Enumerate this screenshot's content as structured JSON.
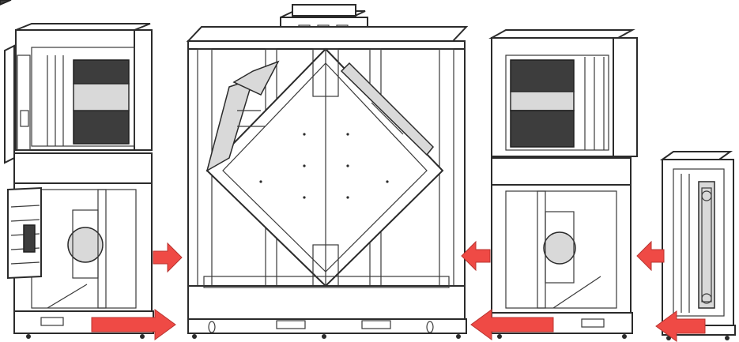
{
  "colors": {
    "line": "#2b2b2b",
    "fill": "#ffffff",
    "panel_dark": "#3d3d3d",
    "airflow_arrow": "#ef4a45"
  },
  "modules": [
    {
      "name": "filter-fan-module-left",
      "icon": "damper-filter-fan-module"
    },
    {
      "name": "heat-exchanger-module",
      "icon": "cross-flow-plate-heat-exchanger"
    },
    {
      "name": "filter-fan-module-right",
      "icon": "damper-filter-fan-module"
    },
    {
      "name": "heater-module",
      "icon": "heating-coil-module"
    }
  ],
  "airflow_arrows": [
    {
      "direction": "right",
      "size": "small"
    },
    {
      "direction": "right",
      "size": "large"
    },
    {
      "direction": "left",
      "size": "small"
    },
    {
      "direction": "left",
      "size": "large"
    },
    {
      "direction": "left",
      "size": "small"
    },
    {
      "direction": "left",
      "size": "large"
    }
  ]
}
